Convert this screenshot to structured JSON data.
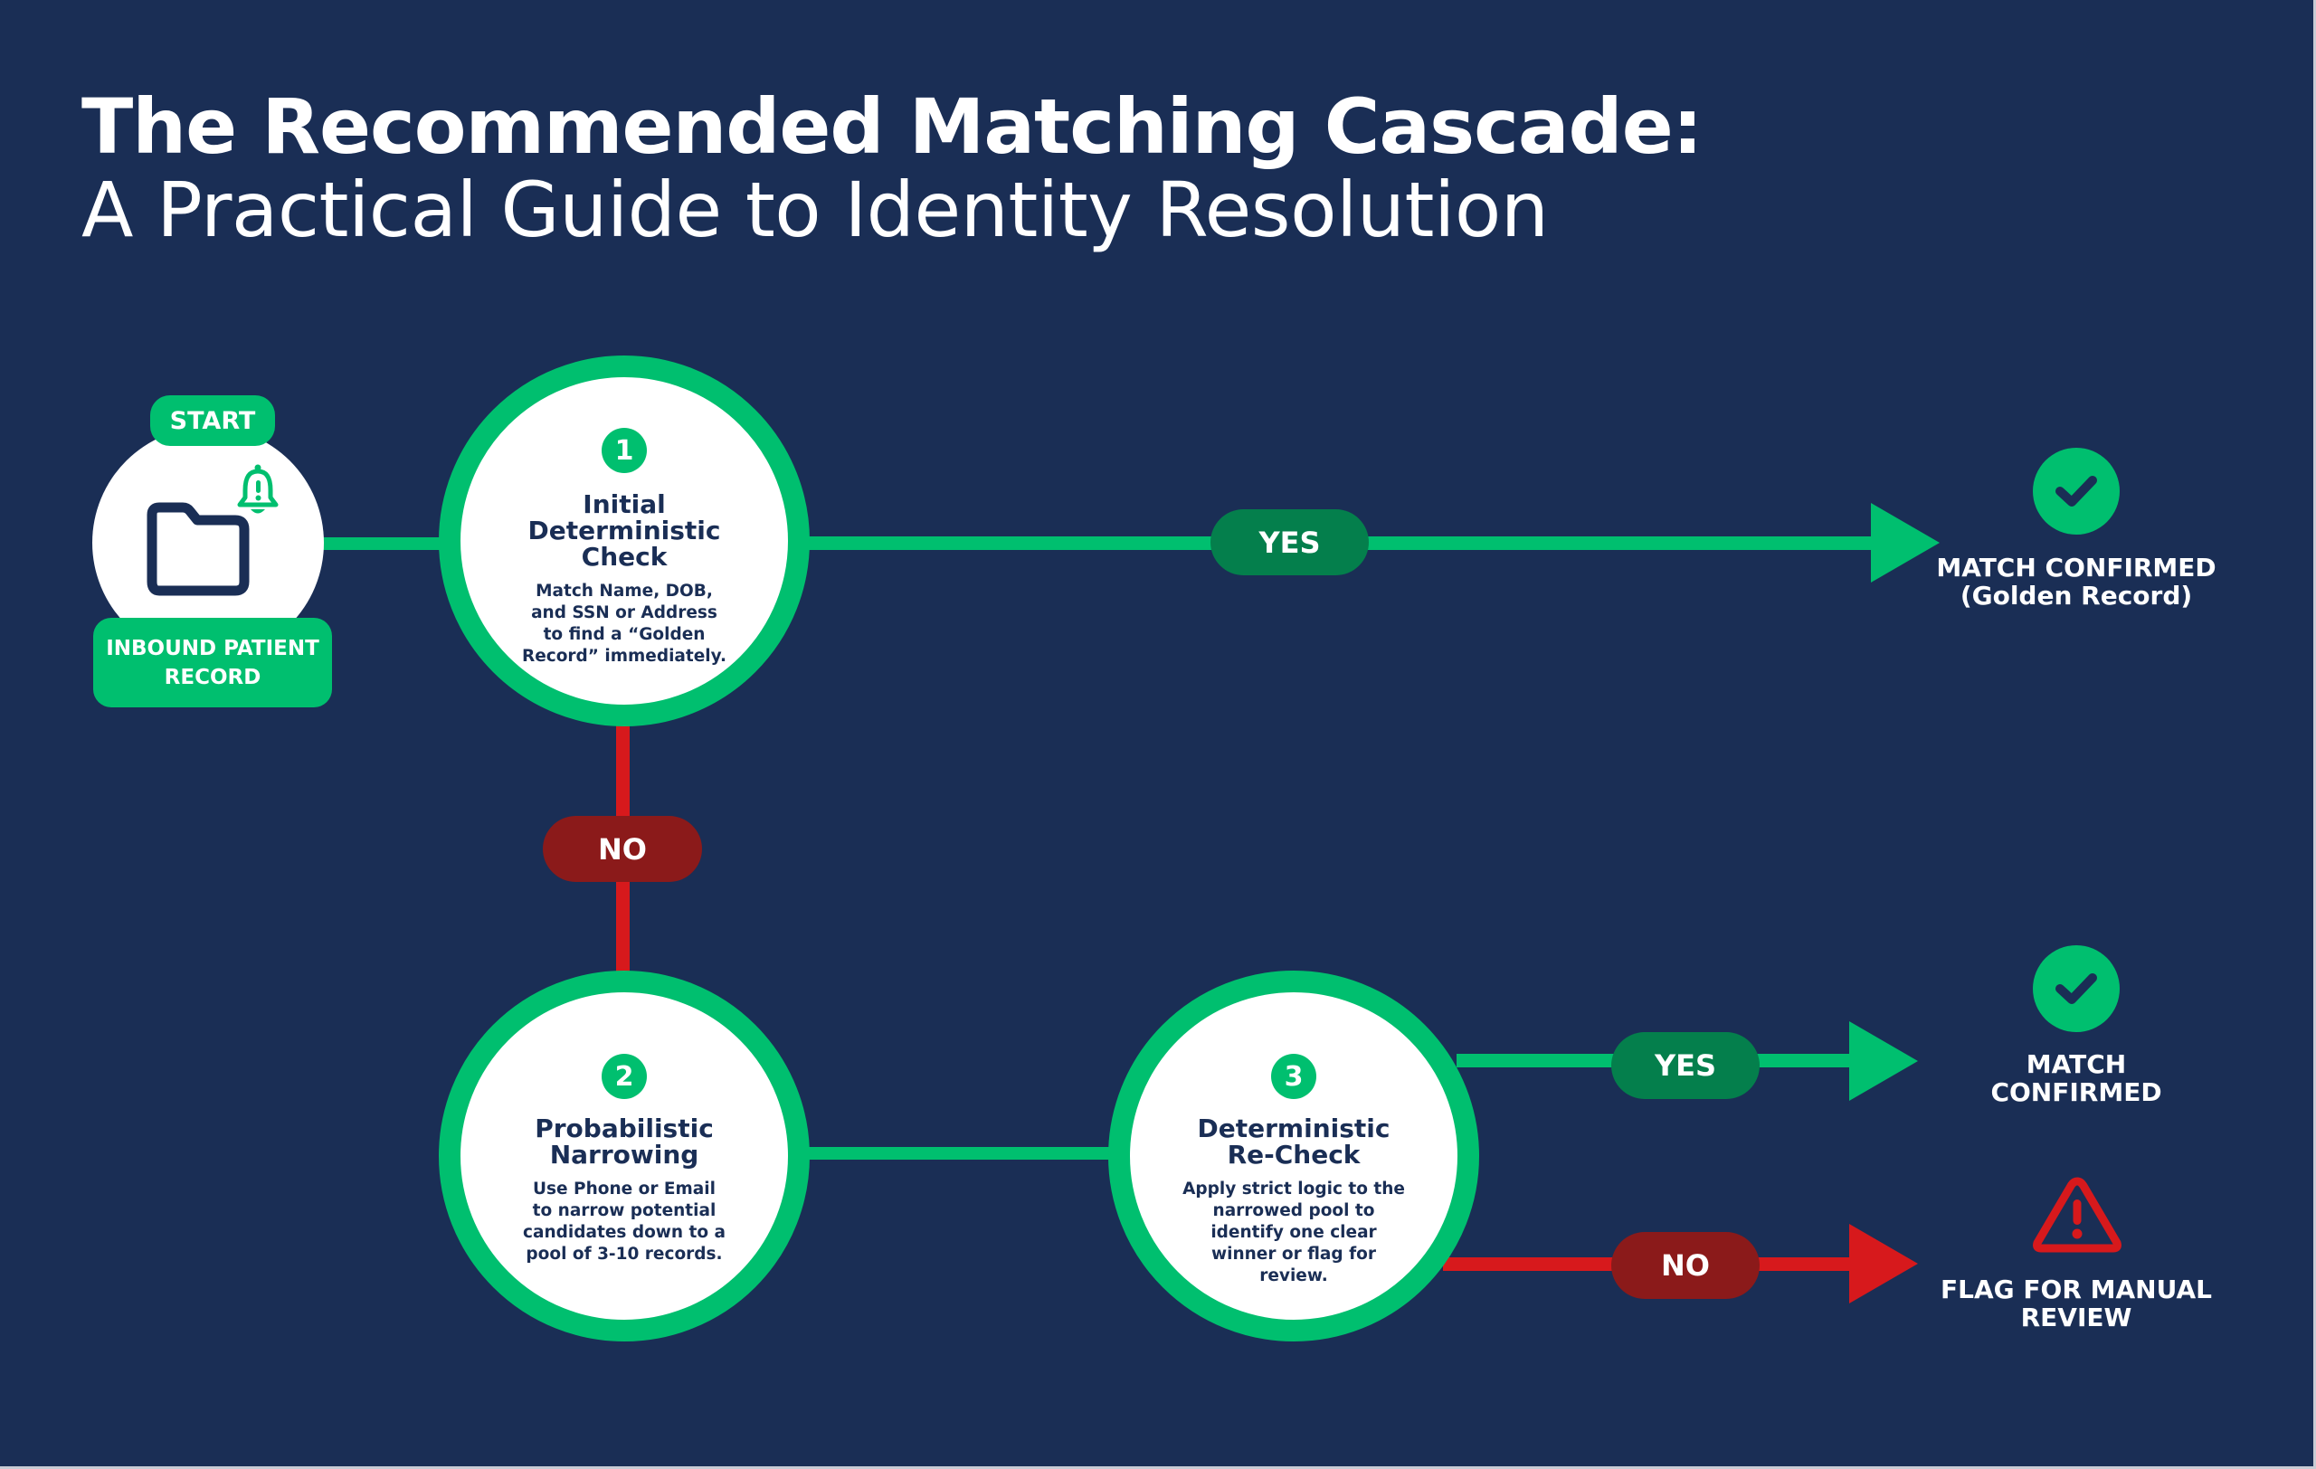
{
  "title": {
    "main": "The Recommended Matching Cascade:",
    "subtitle": "A Practical Guide to Identity Resolution"
  },
  "colors": {
    "background": "#1a2e55",
    "accent_green": "#00bf6f",
    "yes_pill": "#047f4c",
    "no_line_red": "#d7191c",
    "no_pill": "#8b1a1a",
    "text_dark": "#1a2e55",
    "text_light": "#ffffff"
  },
  "start": {
    "badge": "START",
    "label": "INBOUND PATIENT RECORD",
    "icons": [
      "folder-icon",
      "bell-alert-icon"
    ]
  },
  "steps": [
    {
      "number": "1",
      "title": "Initial Deterministic Check",
      "description": "Match Name, DOB, and SSN or Address to find a “Golden Record” immediately."
    },
    {
      "number": "2",
      "title": "Probabilistic Narrowing",
      "description": "Use Phone or Email to narrow potential candidates down to a pool of 3-10 records."
    },
    {
      "number": "3",
      "title": "Deterministic Re-Check",
      "description": "Apply strict logic to the narrowed pool to identify one clear winner or flag for review."
    }
  ],
  "decisions": {
    "step1_yes": "YES",
    "step1_no": "NO",
    "step3_yes": "YES",
    "step3_no": "NO"
  },
  "outcomes": [
    {
      "icon": "check-circle-icon",
      "label": "MATCH CONFIRMED (Golden Record)"
    },
    {
      "icon": "check-circle-icon",
      "label": "MATCH CONFIRMED"
    },
    {
      "icon": "warning-triangle-icon",
      "label": "FLAG FOR MANUAL REVIEW"
    }
  ]
}
